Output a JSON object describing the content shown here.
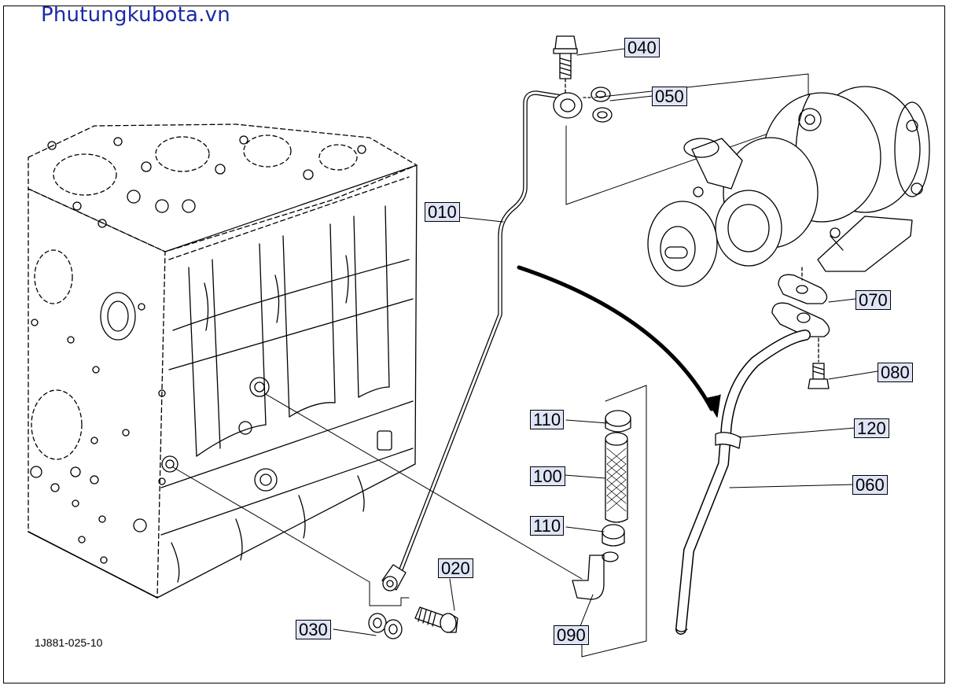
{
  "site_title": "Phutungkubota.vn",
  "drawing_code": "1J881-025-10",
  "accent_color": "#1a2aa6",
  "callout_bg": "#dfe5f7",
  "callouts": {
    "c010": "010",
    "c020": "020",
    "c030": "030",
    "c040": "040",
    "c050": "050",
    "c060": "060",
    "c070": "070",
    "c080": "080",
    "c090": "090",
    "c100": "100",
    "c110a": "110",
    "c110b": "110",
    "c120": "120"
  }
}
